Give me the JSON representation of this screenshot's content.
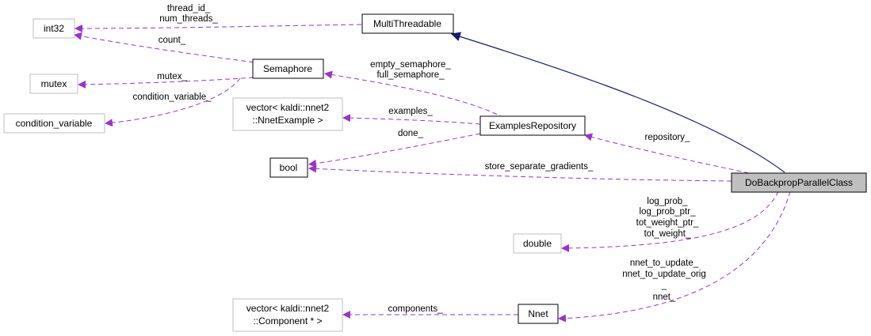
{
  "diagram": {
    "nodes": {
      "int32": "int32",
      "mutex": "mutex",
      "condition_variable": "condition_variable",
      "multithreadable": "MultiThreadable",
      "semaphore": "Semaphore",
      "vector_nnetexample_line1": "vector< kaldi::nnet2",
      "vector_nnetexample_line2": "::NnetExample >",
      "examples_repository": "ExamplesRepository",
      "bool": "bool",
      "do_backprop_parallel_class": "DoBackpropParallelClass",
      "double": "double",
      "vector_component_line1": "vector< kaldi::nnet2",
      "vector_component_line2": "::Component * >",
      "nnet": "Nnet"
    },
    "edge_labels": {
      "thread_id": "thread_id_",
      "num_threads": "num_threads_",
      "count": "count_",
      "mutex": "mutex_",
      "condition_variable": "condition_variable_",
      "empty_semaphore": "empty_semaphore_",
      "full_semaphore": "full_semaphore_",
      "examples": "examples_",
      "done": "done_",
      "repository": "repository_",
      "store_separate_gradients": "store_separate_gradients_",
      "log_prob": "log_prob_",
      "log_prob_ptr": "log_prob_ptr_",
      "tot_weight_ptr": "tot_weight_ptr_",
      "tot_weight": "tot_weight_",
      "nnet_to_update": "nnet_to_update_",
      "nnet_to_update_orig": "nnet_to_update_orig",
      "underscore": "_",
      "nnet": "nnet_",
      "components": "components_"
    },
    "colors": {
      "usage_edge": "#9a32cd",
      "inheritance_edge": "#191970",
      "external_border": "#bfbfbf",
      "focus_fill": "#bfbfbf"
    }
  }
}
